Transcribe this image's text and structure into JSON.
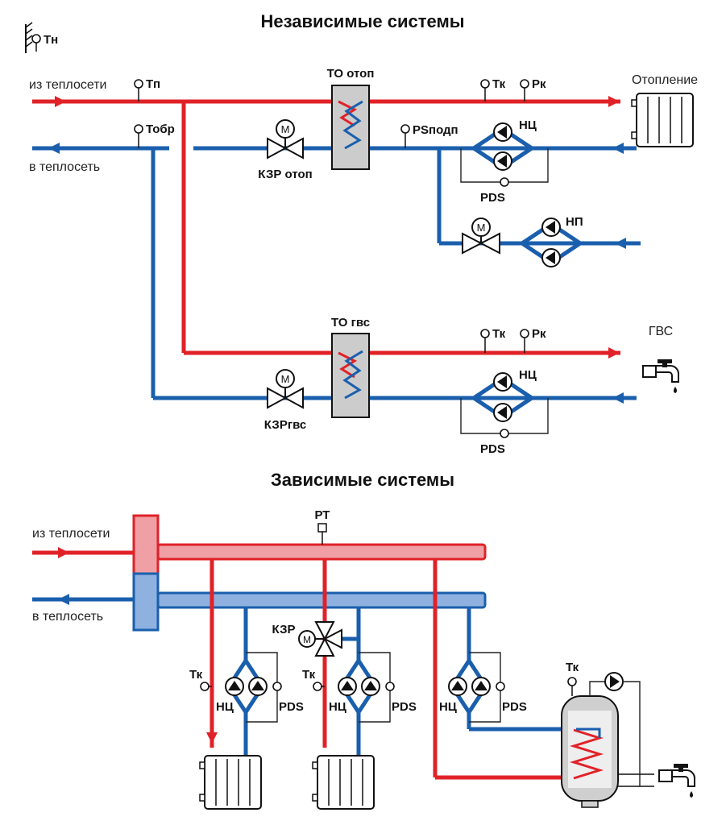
{
  "independent": {
    "title": "Независимые системы",
    "tn_label": "Тн",
    "from_network": "из теплосети",
    "to_network": "в теплосеть",
    "tp_label": "Тп",
    "tobr_label": "Тобр",
    "to_otop_label": "ТО отоп",
    "kzr_otop_label": "КЗР отоп",
    "ps_label": "PSподп",
    "tk_label": "Тк",
    "pk_label": "Рк",
    "heating_label": "Отопление",
    "nc_label": "НЦ",
    "pds_label": "PDS",
    "np_label": "НП",
    "to_gvs_label": "ТО гвс",
    "kzr_gvs_label": "КЗРгвс",
    "gvs_label": "ГВС"
  },
  "dependent": {
    "title": "Зависимые системы",
    "from_network": "из теплосети",
    "to_network": "в теплосеть",
    "rt_label": "РТ",
    "kzr_label": "КЗР",
    "tk_label": "Тк",
    "nc_label": "НЦ",
    "pds_label": "PDS"
  },
  "colors": {
    "supply": "#e02228",
    "return": "#1a5fad",
    "exchanger": "#cccccc"
  },
  "icons": [
    "thermometer-sensor-icon",
    "pump-icon",
    "motor-valve-icon",
    "radiator-icon",
    "faucet-icon",
    "heat-exchanger-icon",
    "boiler-tank-icon"
  ]
}
